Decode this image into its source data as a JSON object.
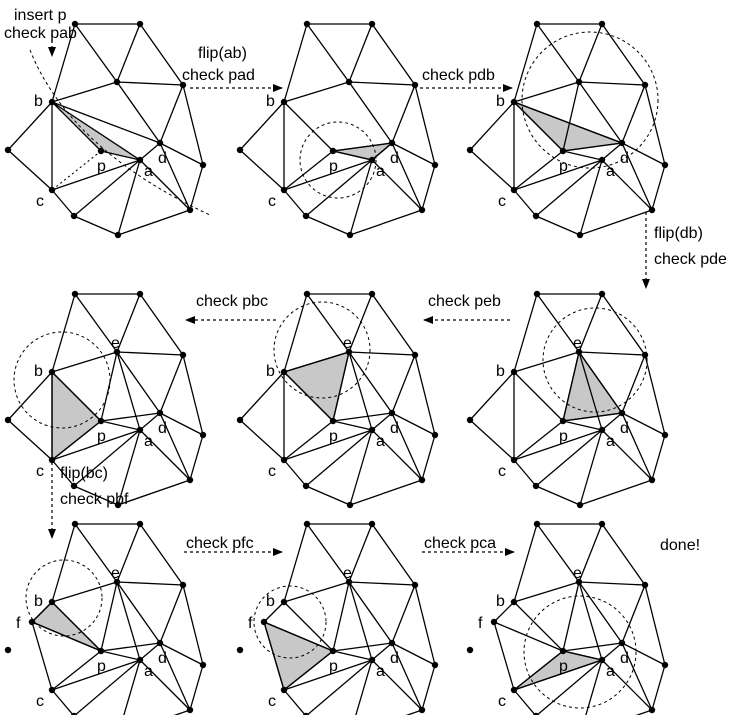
{
  "labels": {
    "step1_line1": "insert p",
    "step1_line2": "check pab",
    "step2_line1": "flip(ab)",
    "step2_line2": "check pad",
    "step3_line1": "check pdb",
    "step4_line1": "flip(db)",
    "step4_line2": "check pde",
    "step5_line1": "check peb",
    "step6_line1": "check pbc",
    "step7_line1": "flip(bc)",
    "step7_line2": "check pbf",
    "step8_line1": "check pfc",
    "step9_line1": "check pca",
    "done": "done!"
  },
  "vertices": {
    "a": "a",
    "b": "b",
    "c": "c",
    "d": "d",
    "e": "e",
    "f": "f",
    "p": "p"
  },
  "colors": {
    "highlight_fill": "#c8c8c8",
    "stroke": "#000000"
  }
}
